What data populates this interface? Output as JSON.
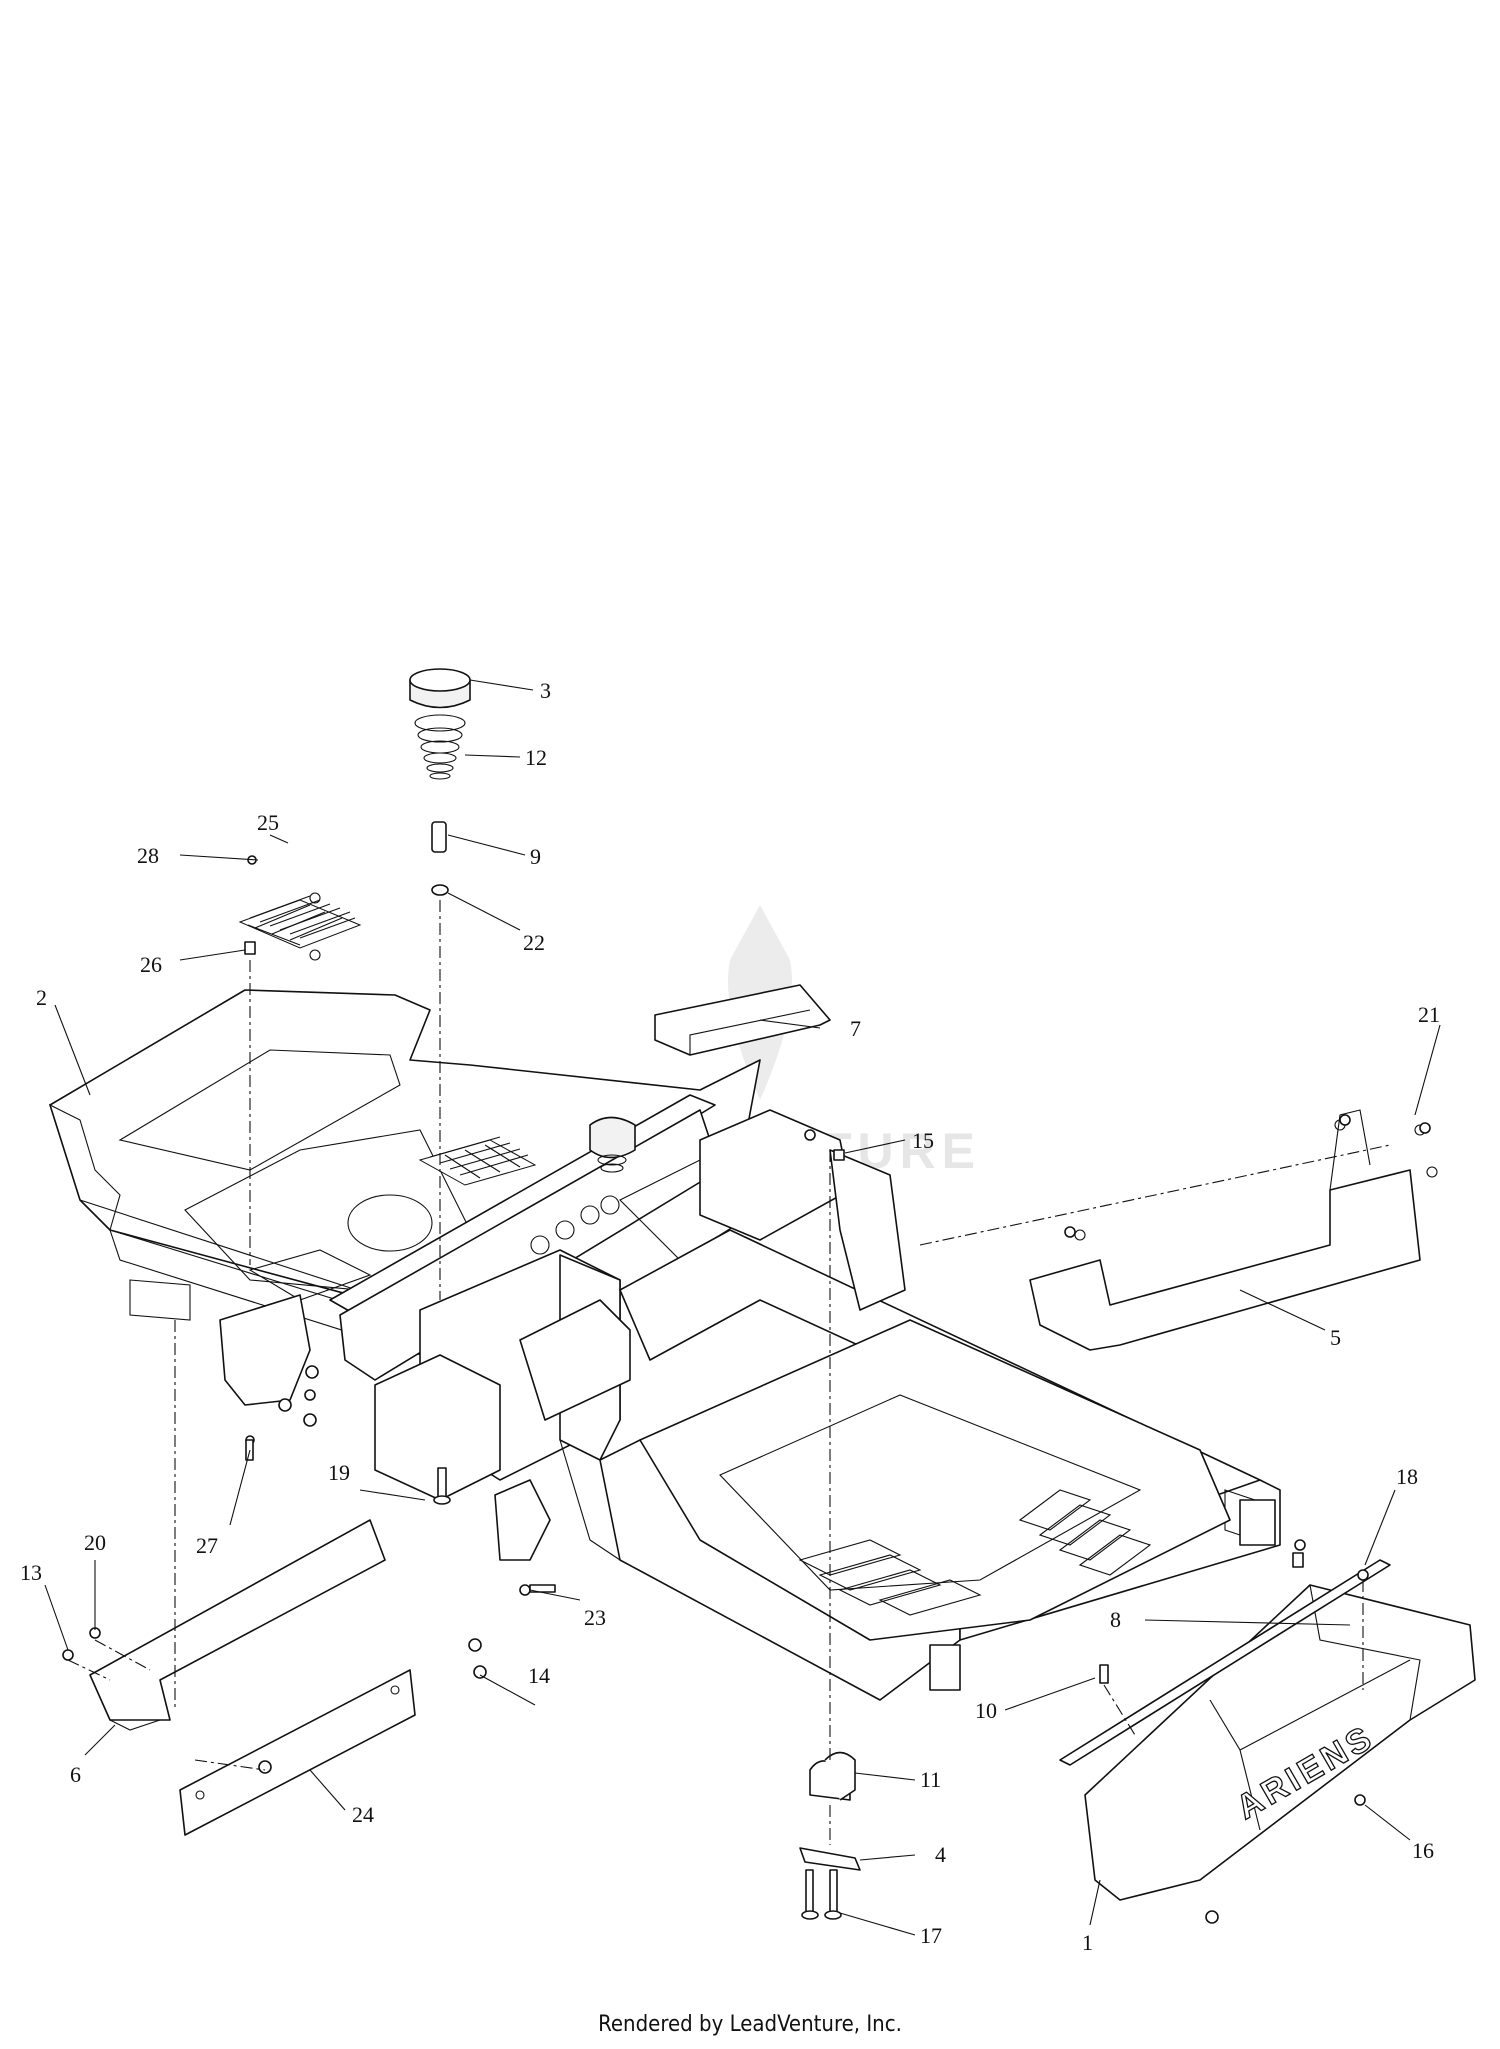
{
  "diagram": {
    "brand_lettering": "ARIENS",
    "watermark_text": "LEADVENTURE",
    "callouts": [
      "1",
      "2",
      "3",
      "4",
      "5",
      "6",
      "7",
      "8",
      "9",
      "10",
      "11",
      "12",
      "13",
      "14",
      "15",
      "16",
      "17",
      "18",
      "19",
      "20",
      "21",
      "22",
      "23",
      "24",
      "25",
      "26",
      "27",
      "28"
    ]
  },
  "footer": {
    "text": "Rendered by LeadVenture, Inc."
  }
}
